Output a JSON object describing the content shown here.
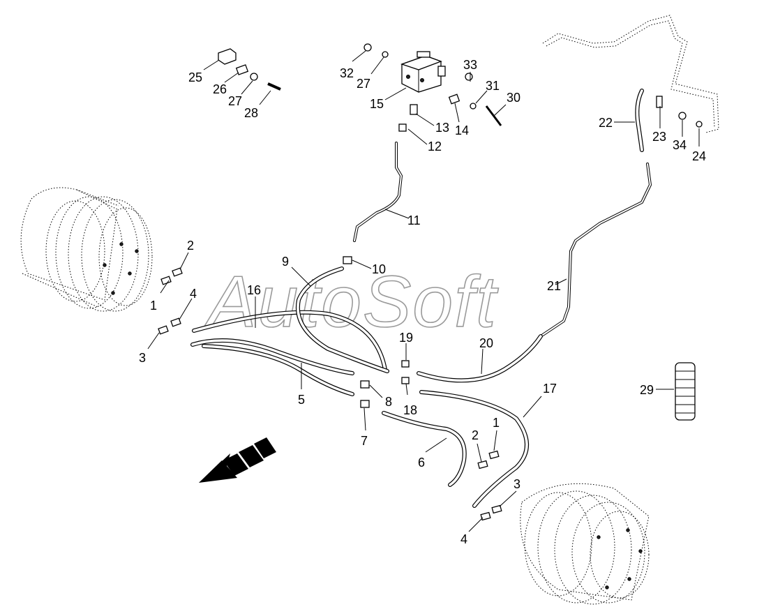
{
  "watermark": "AutoSoft",
  "colors": {
    "line": "#000000",
    "background": "#ffffff",
    "watermark_outline": "#9a9a9a"
  },
  "callouts": {
    "c1_left": "1",
    "c1_right": "1",
    "c2_left": "2",
    "c2_right": "2",
    "c3_left": "3",
    "c3_right": "3",
    "c4_left": "4",
    "c4_right": "4",
    "c5": "5",
    "c6": "6",
    "c7": "7",
    "c8": "8",
    "c9": "9",
    "c10": "10",
    "c11": "11",
    "c12": "12",
    "c13": "13",
    "c14": "14",
    "c15": "15",
    "c16": "16",
    "c17": "17",
    "c18": "18",
    "c19": "19",
    "c20": "20",
    "c21": "21",
    "c22": "22",
    "c23": "23",
    "c24": "24",
    "c25": "25",
    "c26": "26",
    "c27_left": "27",
    "c27_top": "27",
    "c28": "28",
    "c29": "29",
    "c30": "30",
    "c31": "31",
    "c32": "32",
    "c33": "33",
    "c34": "34"
  }
}
